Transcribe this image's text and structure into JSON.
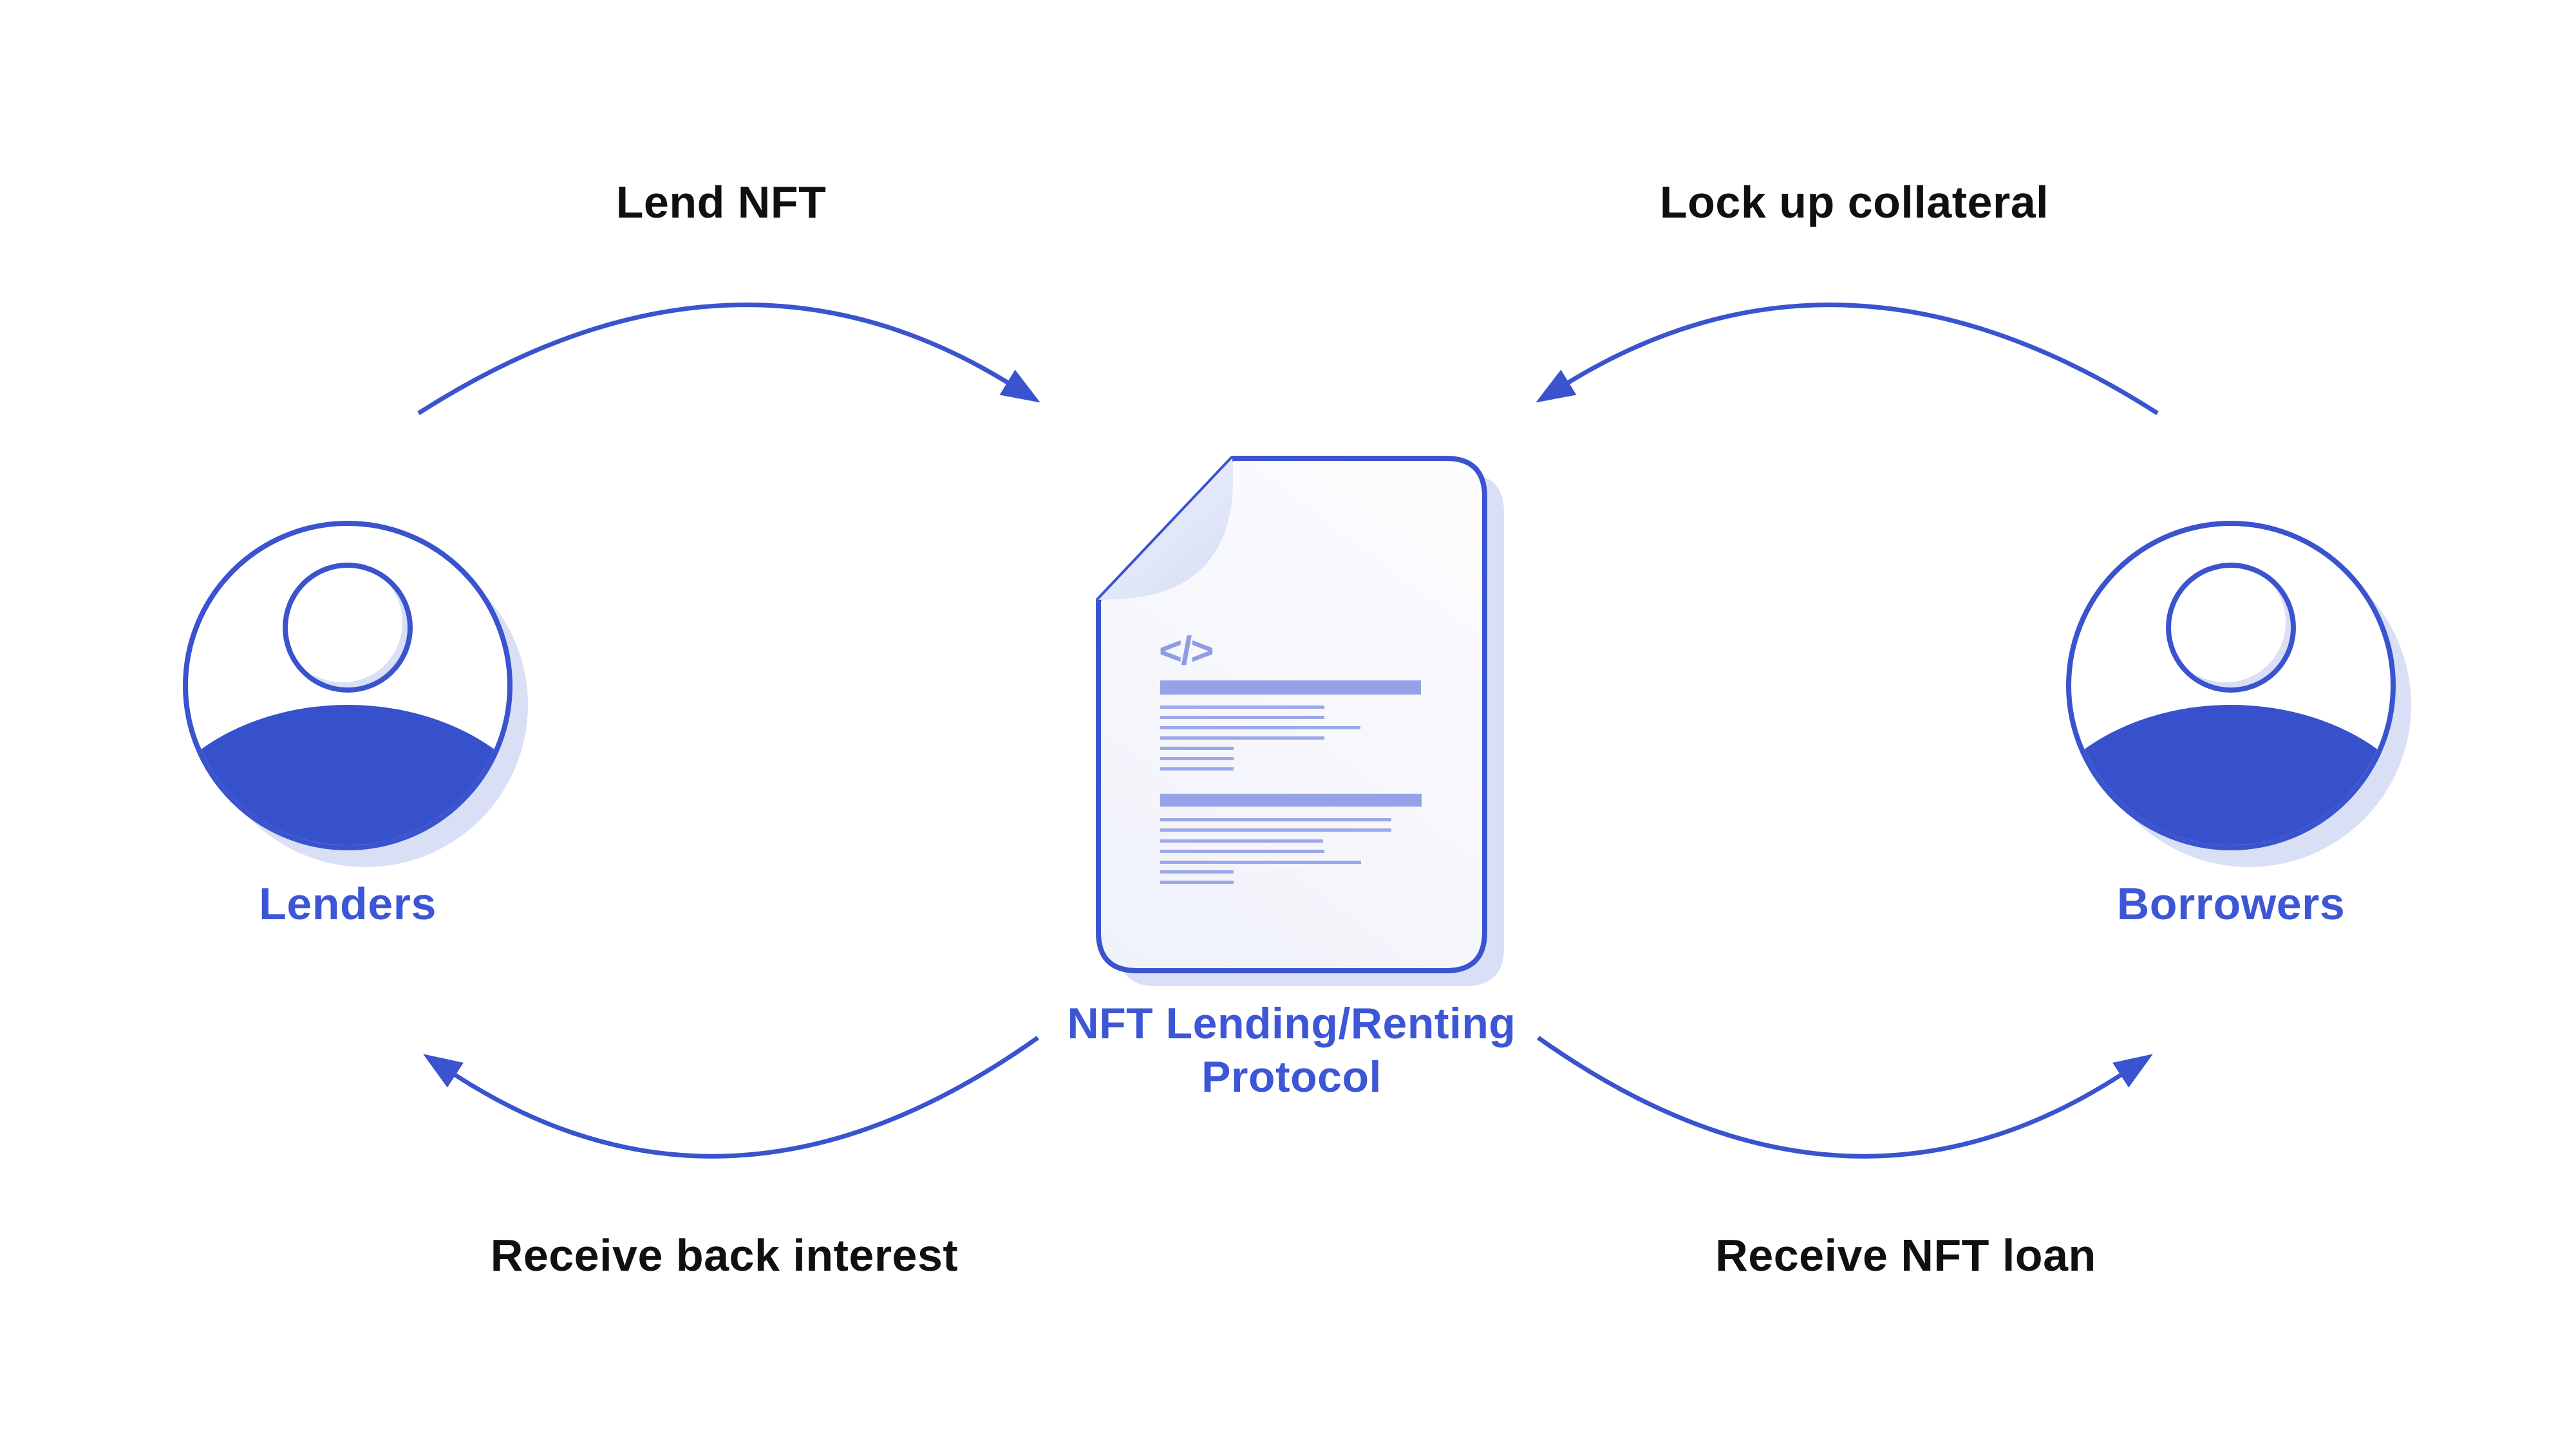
{
  "diagram": {
    "flows": {
      "lend_nft": "Lend NFT",
      "lock_up_collateral": "Lock up collateral",
      "receive_back_interest": "Receive back interest",
      "receive_nft_loan": "Receive NFT loan"
    },
    "actors": {
      "lenders": "Lenders",
      "borrowers": "Borrowers"
    },
    "protocol": {
      "label_line1": "NFT Lending/Renting",
      "label_line2": "Protocol",
      "code_icon": "</>"
    },
    "colors": {
      "stroke_blue": "#3A53CE",
      "fill_blue": "#3651CB",
      "text_blue": "#3C56D6",
      "label_black": "#101010",
      "periwinkle": "#96A2E8",
      "lavender_shadow": "#D9E0F6",
      "background": "#FFFFFF"
    }
  }
}
